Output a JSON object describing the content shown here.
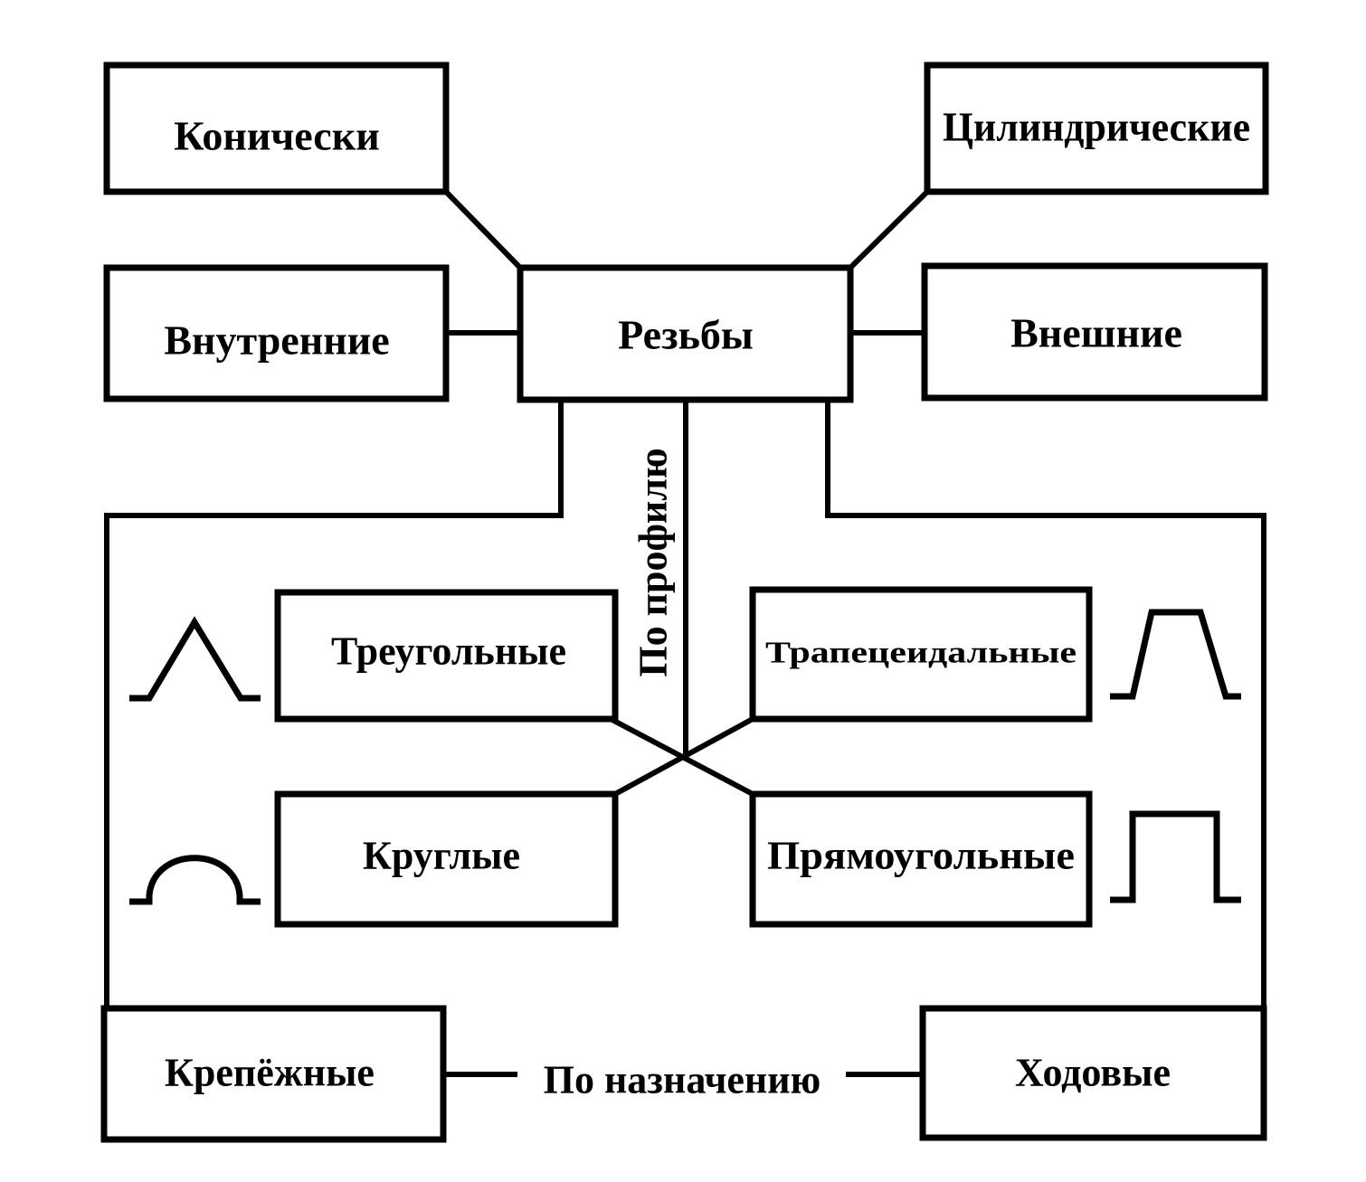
{
  "nodes": {
    "center": "Резьбы",
    "conical": "Конически",
    "cylindrical": "Цилиндрические",
    "internal": "Внутренние",
    "external": "Внешние",
    "triangular": "Треугольные",
    "trapezoidal": "Трапецеидальные",
    "round": "Круглые",
    "rectangular": "Прямоугольные",
    "fastening": "Крепёжные",
    "running": "Ходовые"
  },
  "labels": {
    "by_profile": "По профилю",
    "by_purpose": "По назначению"
  },
  "colors": {
    "stroke": "#000000",
    "background": "#ffffff"
  },
  "icons": {
    "triangular": "triangle-profile-icon",
    "round": "round-profile-icon",
    "trapezoidal": "trapezoid-profile-icon",
    "rectangular": "rectangle-profile-icon"
  }
}
